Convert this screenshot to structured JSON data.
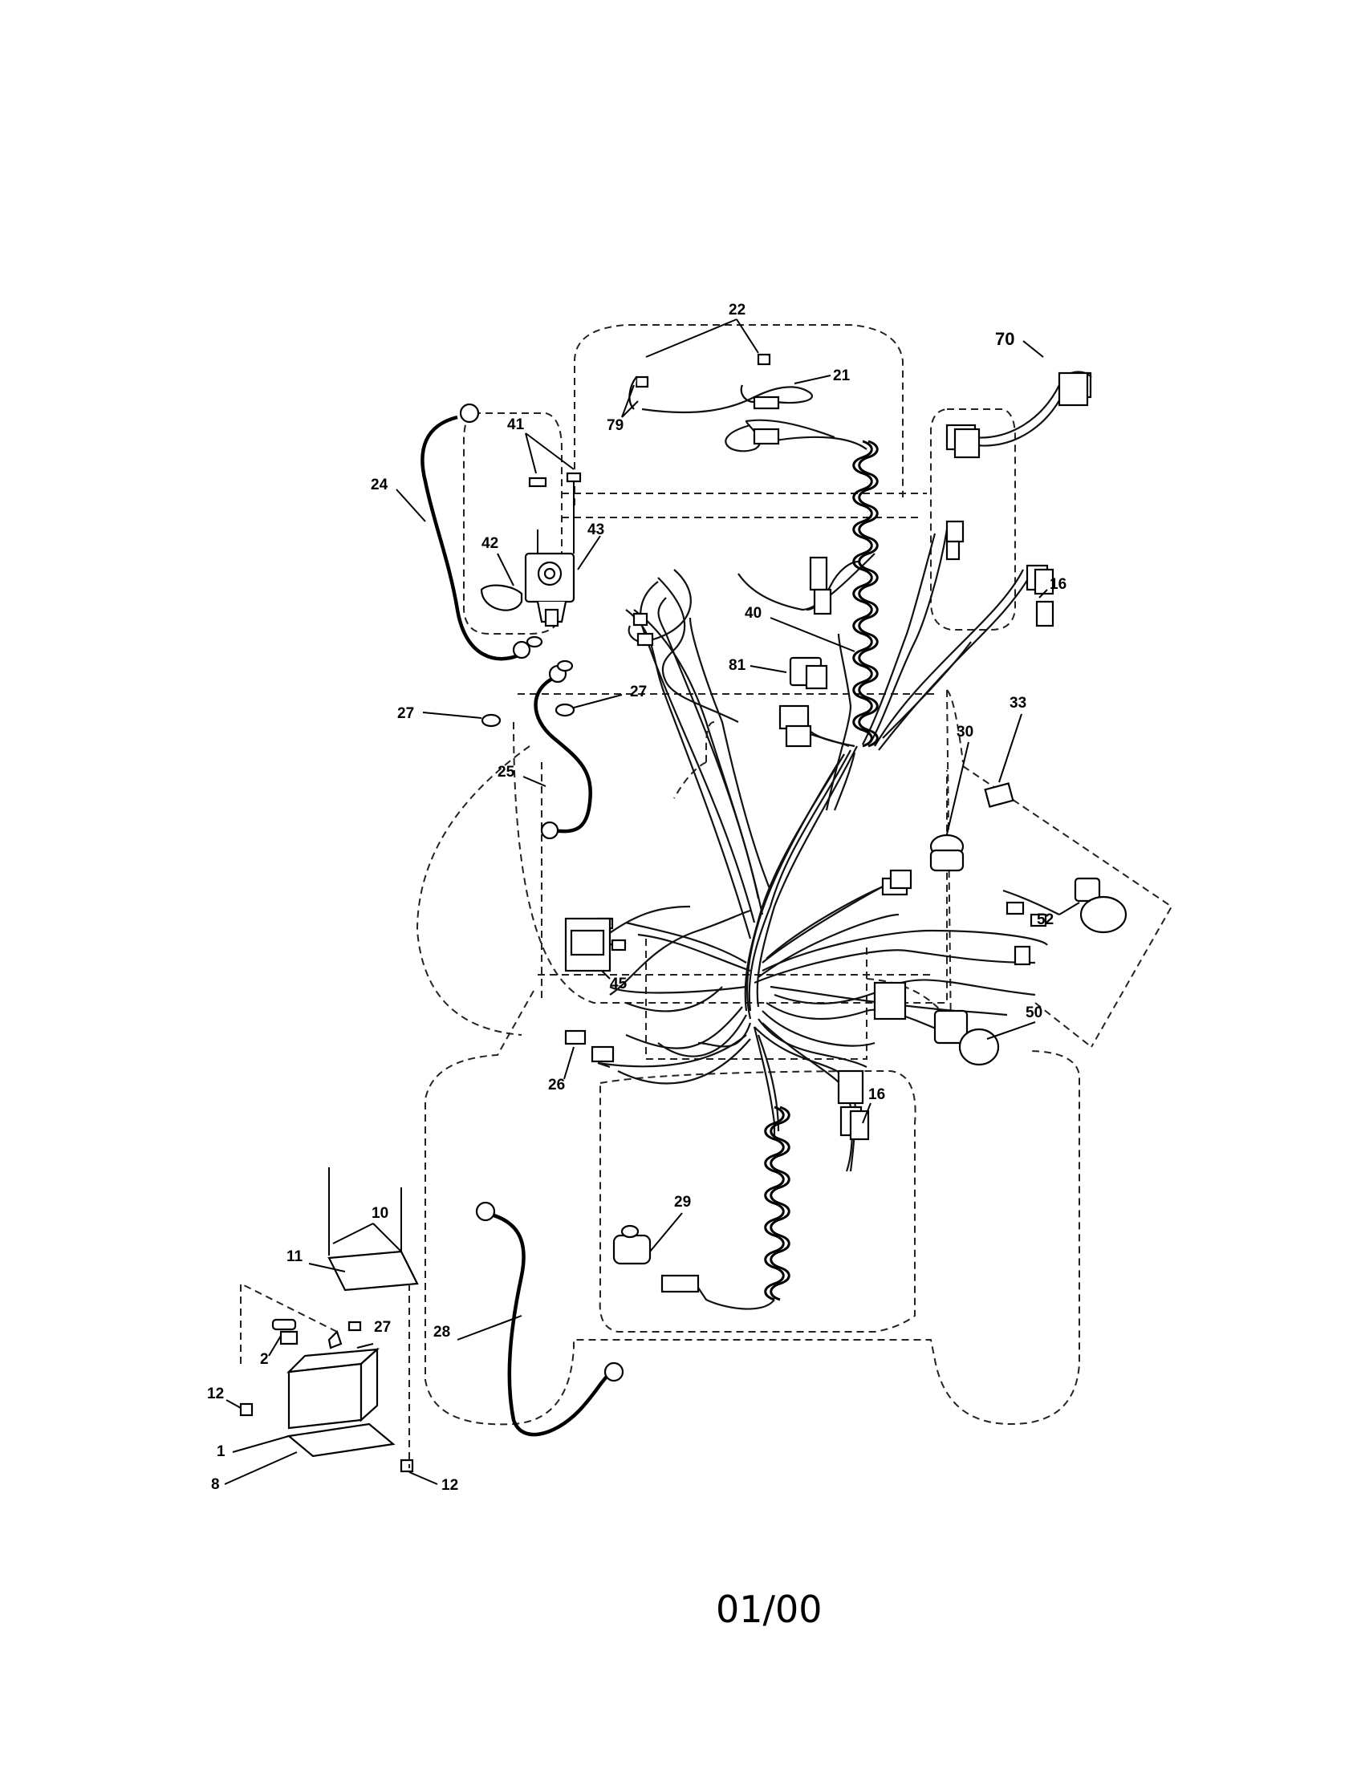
{
  "footer": {
    "code": "01/00"
  },
  "callouts": [
    {
      "id": "c22",
      "text": "22"
    },
    {
      "id": "c21",
      "text": "21"
    },
    {
      "id": "c79",
      "text": "79"
    },
    {
      "id": "c70",
      "text": "70"
    },
    {
      "id": "c41",
      "text": "41"
    },
    {
      "id": "c24",
      "text": "24"
    },
    {
      "id": "c42",
      "text": "42"
    },
    {
      "id": "c43",
      "text": "43"
    },
    {
      "id": "c16a",
      "text": "16"
    },
    {
      "id": "c40",
      "text": "40"
    },
    {
      "id": "c81",
      "text": "81"
    },
    {
      "id": "c27a",
      "text": "27"
    },
    {
      "id": "c27b",
      "text": "27"
    },
    {
      "id": "c33",
      "text": "33"
    },
    {
      "id": "c30",
      "text": "30"
    },
    {
      "id": "c25",
      "text": "25"
    },
    {
      "id": "c52",
      "text": "52"
    },
    {
      "id": "c45",
      "text": "45"
    },
    {
      "id": "c50",
      "text": "50"
    },
    {
      "id": "c26",
      "text": "26"
    },
    {
      "id": "c16b",
      "text": "16"
    },
    {
      "id": "c10",
      "text": "10"
    },
    {
      "id": "c29",
      "text": "29"
    },
    {
      "id": "c11",
      "text": "11"
    },
    {
      "id": "c27c",
      "text": "27"
    },
    {
      "id": "c28",
      "text": "28"
    },
    {
      "id": "c2",
      "text": "2"
    },
    {
      "id": "c12a",
      "text": "12"
    },
    {
      "id": "c1",
      "text": "1"
    },
    {
      "id": "c8",
      "text": "8"
    },
    {
      "id": "c12b",
      "text": "12"
    }
  ]
}
